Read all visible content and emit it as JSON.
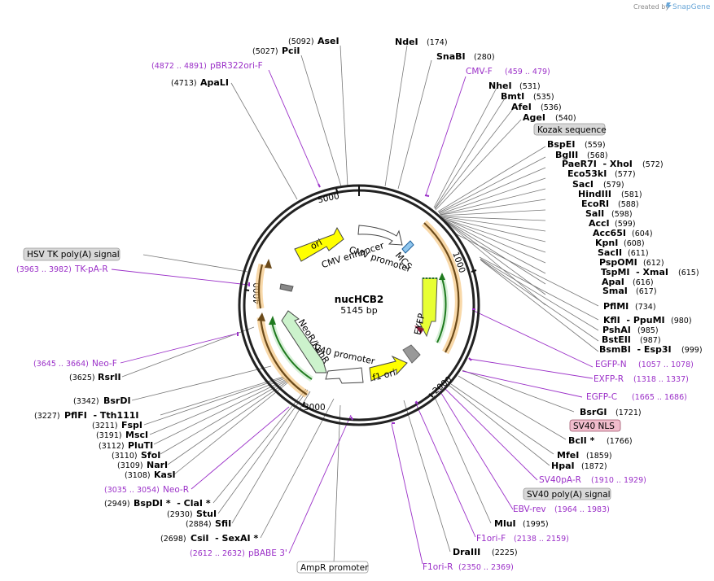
{
  "header": {
    "created_by": "Created by",
    "brand": "SnapGene"
  },
  "map": {
    "name": "nucHCB2",
    "length": "5145 bp",
    "ticks": [
      "1000",
      "2000",
      "3000",
      "4000",
      "5000"
    ]
  },
  "features": {
    "ori": "ori",
    "cmv_enhancer": "CMV enhancer",
    "cmv_promoter": "CMV promoter",
    "mcs": "MCS",
    "eyfp": "EYFP",
    "neo_kan": "NeoR/KanR",
    "sv40_promoter": "SV40 promoter",
    "f1_ori": "f1 ori"
  },
  "colors": {
    "backbone": "#222222",
    "primer": "#9b30c8",
    "ori": "#ffff00",
    "eyfp": "#e8ff33",
    "neo": "#ccf2cc",
    "orf_outline": "#e8a33d",
    "orf_arrow": "#2a8f2a",
    "nls_box": "#f0bccc",
    "gray_box": "#d8d8d8"
  },
  "enzymes": [
    {
      "name": "AseI",
      "pos": "(5092)"
    },
    {
      "name": "PciI",
      "pos": "(5027)"
    },
    {
      "name": "NdeI",
      "pos": "(174)"
    },
    {
      "name": "SnaBI",
      "pos": "(280)"
    },
    {
      "name": "ApaLI",
      "pos": "(4713)"
    },
    {
      "name": "NheI",
      "pos": "(531)"
    },
    {
      "name": "BmtI",
      "pos": "(535)"
    },
    {
      "name": "AfeI",
      "pos": "(536)"
    },
    {
      "name": "AgeI",
      "pos": "(540)"
    },
    {
      "name": "BspEI",
      "pos": "(559)"
    },
    {
      "name": "BglII",
      "pos": "(568)"
    },
    {
      "name": "PaeR7I  - XhoI",
      "pos": "(572)"
    },
    {
      "name": "Eco53kI",
      "pos": "(577)"
    },
    {
      "name": "SacI",
      "pos": "(579)"
    },
    {
      "name": "HindIII",
      "pos": "(581)"
    },
    {
      "name": "EcoRI",
      "pos": "(588)"
    },
    {
      "name": "SalI",
      "pos": "(598)"
    },
    {
      "name": "AccI",
      "pos": "(599)"
    },
    {
      "name": "Acc65I",
      "pos": "(604)"
    },
    {
      "name": "KpnI",
      "pos": "(608)"
    },
    {
      "name": "SacII",
      "pos": "(611)"
    },
    {
      "name": "PspOMI",
      "pos": "(612)"
    },
    {
      "name": "TspMI  - XmaI",
      "pos": "(615)"
    },
    {
      "name": "ApaI",
      "pos": "(616)"
    },
    {
      "name": "SmaI",
      "pos": "(617)"
    },
    {
      "name": "PflMI",
      "pos": "(734)"
    },
    {
      "name": "KflI  - PpuMI",
      "pos": "(980)"
    },
    {
      "name": "PshAI",
      "pos": "(985)"
    },
    {
      "name": "BstEII",
      "pos": "(987)"
    },
    {
      "name": "BsmBI  - Esp3I",
      "pos": "(999)"
    },
    {
      "name": "BsrGI",
      "pos": "(1721)"
    },
    {
      "name": "BclI *",
      "pos": "(1766)"
    },
    {
      "name": "MfeI",
      "pos": "(1859)"
    },
    {
      "name": "HpaI",
      "pos": "(1872)"
    },
    {
      "name": "MluI",
      "pos": "(1995)"
    },
    {
      "name": "DraIII",
      "pos": "(2225)"
    },
    {
      "name": "RsrII",
      "pos": "(3625)"
    },
    {
      "name": "BsrDI",
      "pos": "(3342)"
    },
    {
      "name": "PflFI  - Tth111I",
      "pos": "(3227)"
    },
    {
      "name": "FspI",
      "pos": "(3211)"
    },
    {
      "name": "MscI",
      "pos": "(3191)"
    },
    {
      "name": "PluTI",
      "pos": "(3112)"
    },
    {
      "name": "SfoI",
      "pos": "(3110)"
    },
    {
      "name": "NarI",
      "pos": "(3109)"
    },
    {
      "name": "KasI",
      "pos": "(3108)"
    },
    {
      "name": "BspDI *  - ClaI *",
      "pos": "(2949)"
    },
    {
      "name": "StuI",
      "pos": "(2930)"
    },
    {
      "name": "SfiI",
      "pos": "(2884)"
    },
    {
      "name": "CsiI  - SexAI *",
      "pos": "(2698)"
    }
  ],
  "primers": [
    {
      "name": "pBR322ori-F",
      "pos": "(4872 .. 4891)"
    },
    {
      "name": "CMV-F",
      "pos": "(459 .. 479)"
    },
    {
      "name": "TK-pA-R",
      "pos": "(3963 .. 3982)"
    },
    {
      "name": "Neo-F",
      "pos": "(3645 .. 3664)"
    },
    {
      "name": "EGFP-N",
      "pos": "(1057 .. 1078)"
    },
    {
      "name": "EXFP-R",
      "pos": "(1318 .. 1337)"
    },
    {
      "name": "EGFP-C",
      "pos": "(1665 .. 1686)"
    },
    {
      "name": "SV40pA-R",
      "pos": "(1910 .. 1929)"
    },
    {
      "name": "EBV-rev",
      "pos": "(1964 .. 1983)"
    },
    {
      "name": "F1ori-F",
      "pos": "(2138 .. 2159)"
    },
    {
      "name": "F1ori-R",
      "pos": "(2350 .. 2369)"
    },
    {
      "name": "Neo-R",
      "pos": "(3035 .. 3054)"
    },
    {
      "name": "pBABE 3'",
      "pos": "(2612 .. 2632)"
    }
  ],
  "boxes": {
    "kozak": "Kozak sequence",
    "hsv_tk": "HSV TK poly(A) signal",
    "sv40_nls": "SV40 NLS",
    "sv40_polya": "SV40 poly(A) signal",
    "ampr_promoter": "AmpR promoter"
  }
}
